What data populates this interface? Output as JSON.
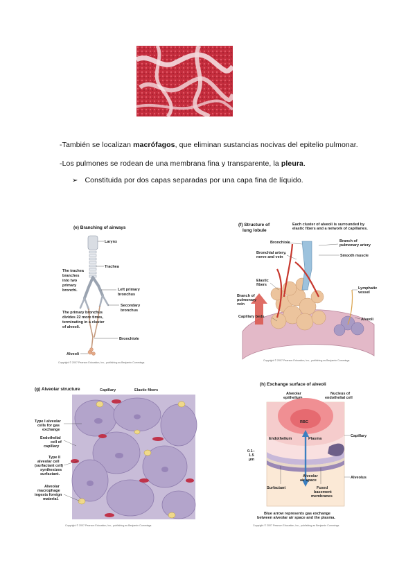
{
  "paragraphs": {
    "p1_pre": "-También se localizan ",
    "p1_bold": "macrófagos",
    "p1_post": ", que eliminan sustancias nocivas del epitelio pulmonar.",
    "p2_pre": "-Los pulmones se rodean de una membrana fina y transparente, la ",
    "p2_bold": "pleura",
    "p2_post": ".",
    "bullet": "Constituida por dos capas separadas por una capa fina de líquido."
  },
  "figures": {
    "e": {
      "title": "(e) Branching of airways",
      "larynx": "Larynx",
      "trachea": "Trachea",
      "trachea_note": [
        "The trachea",
        "branches",
        "into two",
        "primary",
        "bronchi."
      ],
      "left_primary": [
        "Left primary",
        "bronchus"
      ],
      "secondary": [
        "Secondary",
        "bronchus"
      ],
      "primary_note": [
        "The primary bronchus",
        "divides 22 more times,",
        "terminating in a cluster",
        "of alveoli."
      ],
      "bronchiole": "Bronchiole",
      "alveoli": "Alveoli",
      "copyright": "Copyright © 2007 Pearson Education, Inc., publishing as Benjamin Cummings."
    },
    "f": {
      "title": [
        "(f) Structure of",
        "lung lobule"
      ],
      "top_note": [
        "Each cluster of alveoli is surrounded by",
        "elastic fibers and a network of capillaries."
      ],
      "bronchiole": "Bronchiole",
      "branch_artery": [
        "Branch of",
        "pulmonary artery"
      ],
      "bronchial_artery": [
        "Bronchial artery,",
        "nerve and vein"
      ],
      "smooth_muscle": "Smooth muscle",
      "elastic_fibers": [
        "Elastic",
        "fibers"
      ],
      "lymphatic": [
        "Lymphatic",
        "vessel"
      ],
      "branch_vein": [
        "Branch of",
        "pulmonary",
        "vein"
      ],
      "capillary_beds": "Capillary beds",
      "alveoli": "Alveoli",
      "copyright": "Copyright © 2007 Pearson Education, Inc., publishing as Benjamin Cummings."
    },
    "g": {
      "title": "(g) Alveolar structure",
      "capillary": "Capillary",
      "elastic_fibers": "Elastic fibers",
      "type1": [
        "Type I alveolar",
        "cells for gas",
        "exchange"
      ],
      "endothelial": [
        "Endothelial",
        "cell of",
        "capillary"
      ],
      "type2": [
        "Type II",
        "alveolar cell",
        "(surfactant cell)",
        "synthesizes",
        "surfactant."
      ],
      "macrophage": [
        "Alveolar",
        "macrophage",
        "ingests foreign",
        "material."
      ],
      "copyright": "Copyright © 2007 Pearson Education, Inc., publishing as Benjamin Cummings."
    },
    "h": {
      "title": "(h) Exchange surface of alveoli",
      "alveolar_epithelium": [
        "Alveolar",
        "epithelium"
      ],
      "nucleus": [
        "Nucleus of",
        "endothelial cell"
      ],
      "rbc": "RBC",
      "capillary": "Capillary",
      "endothelium": "Endothelium",
      "plasma": "Plasma",
      "thickness": [
        "0.1–",
        "1.5",
        "µm"
      ],
      "alveolar_air": [
        "Alveolar",
        "air space"
      ],
      "alveolus": "Alveolus",
      "surfactant": "Surfactant",
      "fused": [
        "Fused",
        "basement",
        "membranes"
      ],
      "blue_arrow": [
        "Blue arrow represents gas exchange",
        "between alveolar air space and the plasma."
      ],
      "copyright": "Copyright © 2007 Pearson Education, Inc., publishing as Benjamin Cummings."
    }
  },
  "colors": {
    "tissue_red": "#c8283a",
    "tissue_light": "#f3d9dc",
    "alveoli_pink": "#e7b3a3",
    "purple": "#9a88b5",
    "blue_vessel": "#8fb8d8",
    "blue_arrow": "#3b7fc0"
  }
}
